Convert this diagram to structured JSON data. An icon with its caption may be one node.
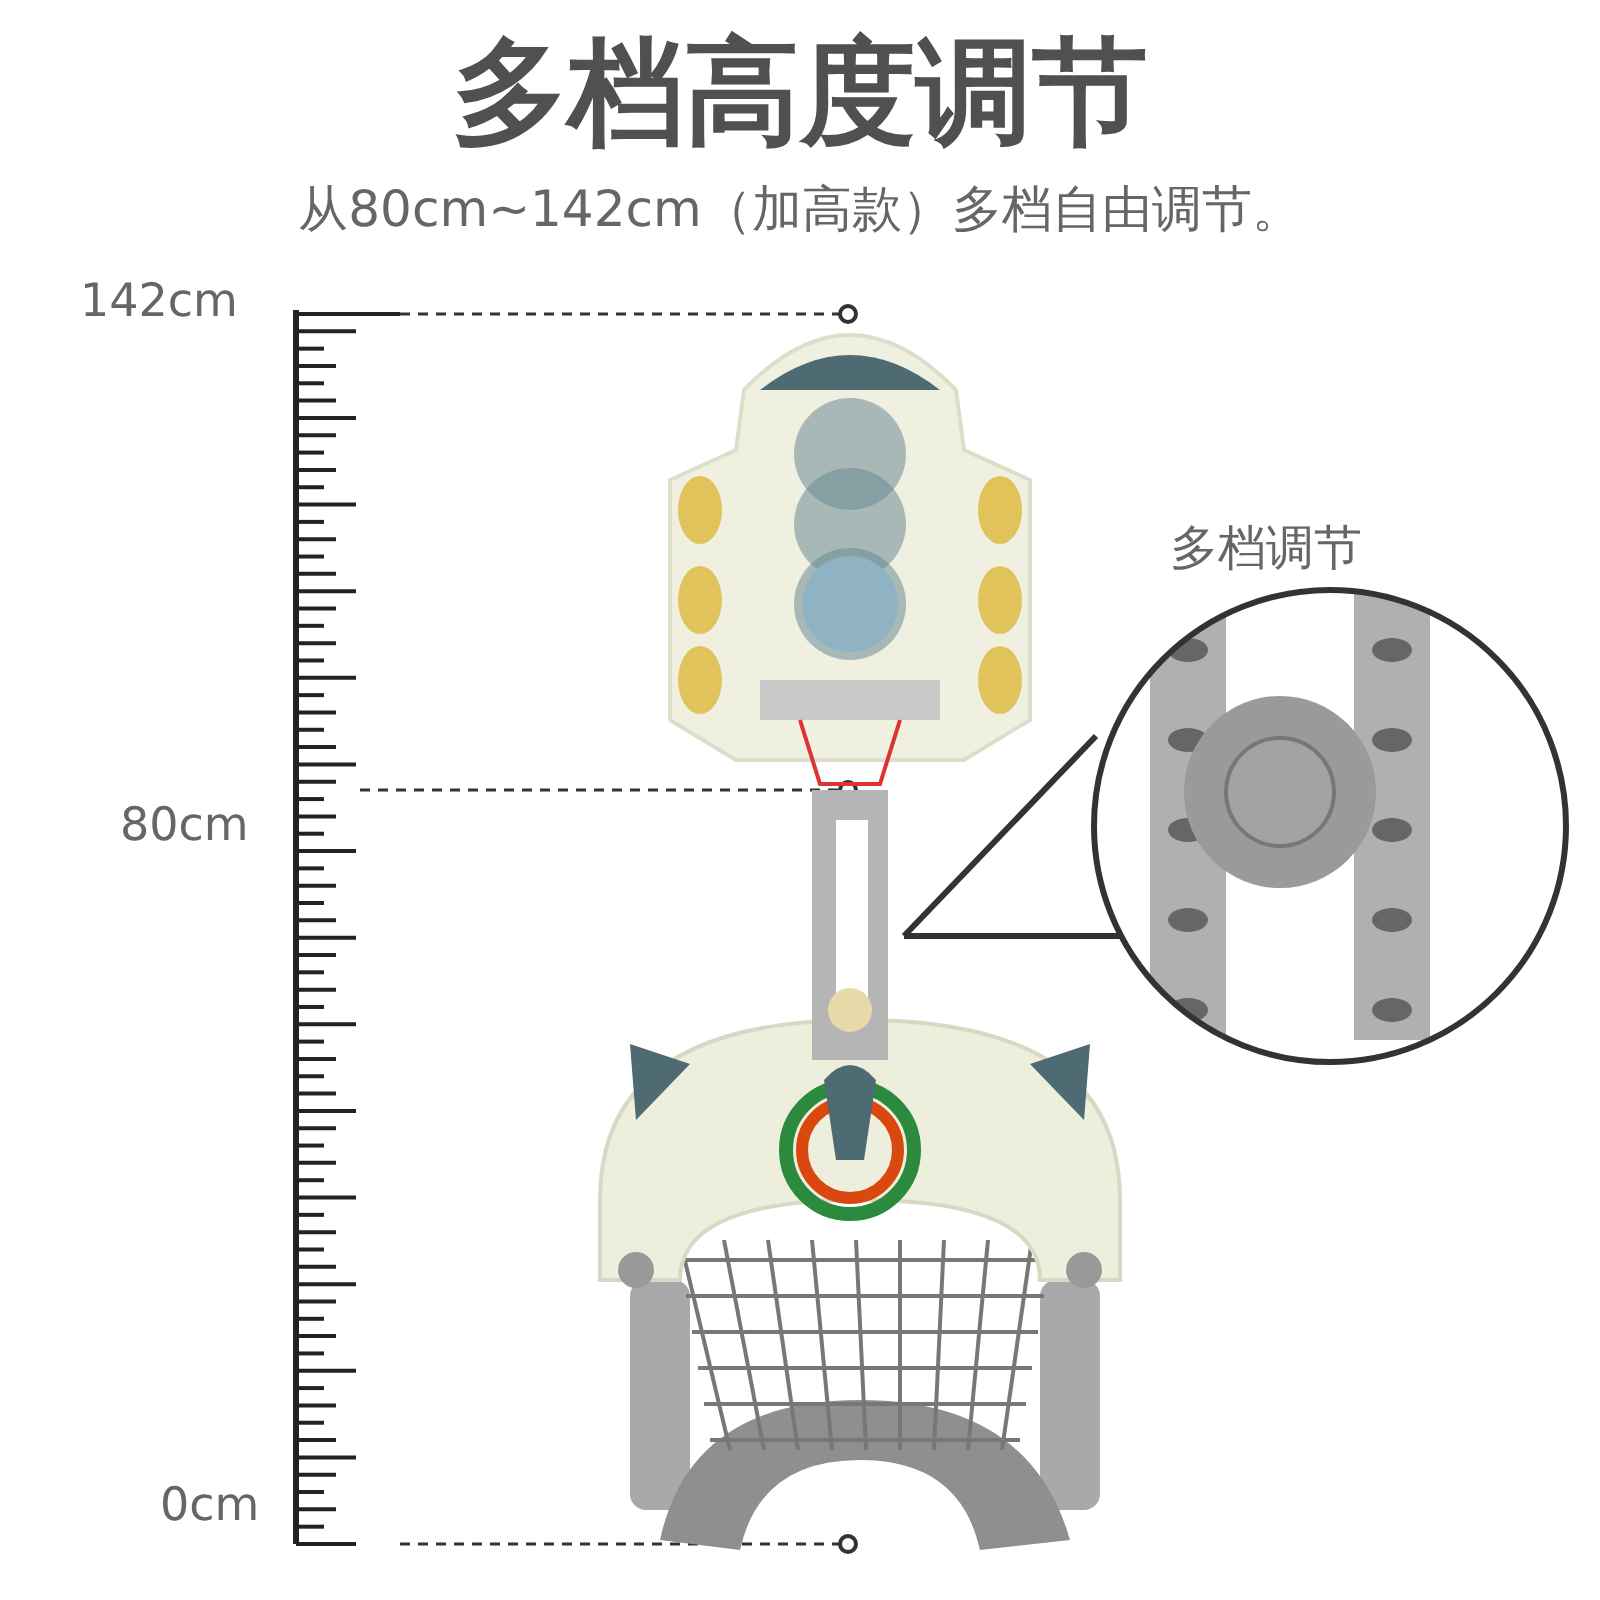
{
  "diagram": {
    "title": "多档高度调节",
    "labels": [
      "从80cm~142cm（加高款）多档自由调节。",
      "142cm",
      "多档调节",
      "80cm",
      "0cm"
    ]
  }
}
